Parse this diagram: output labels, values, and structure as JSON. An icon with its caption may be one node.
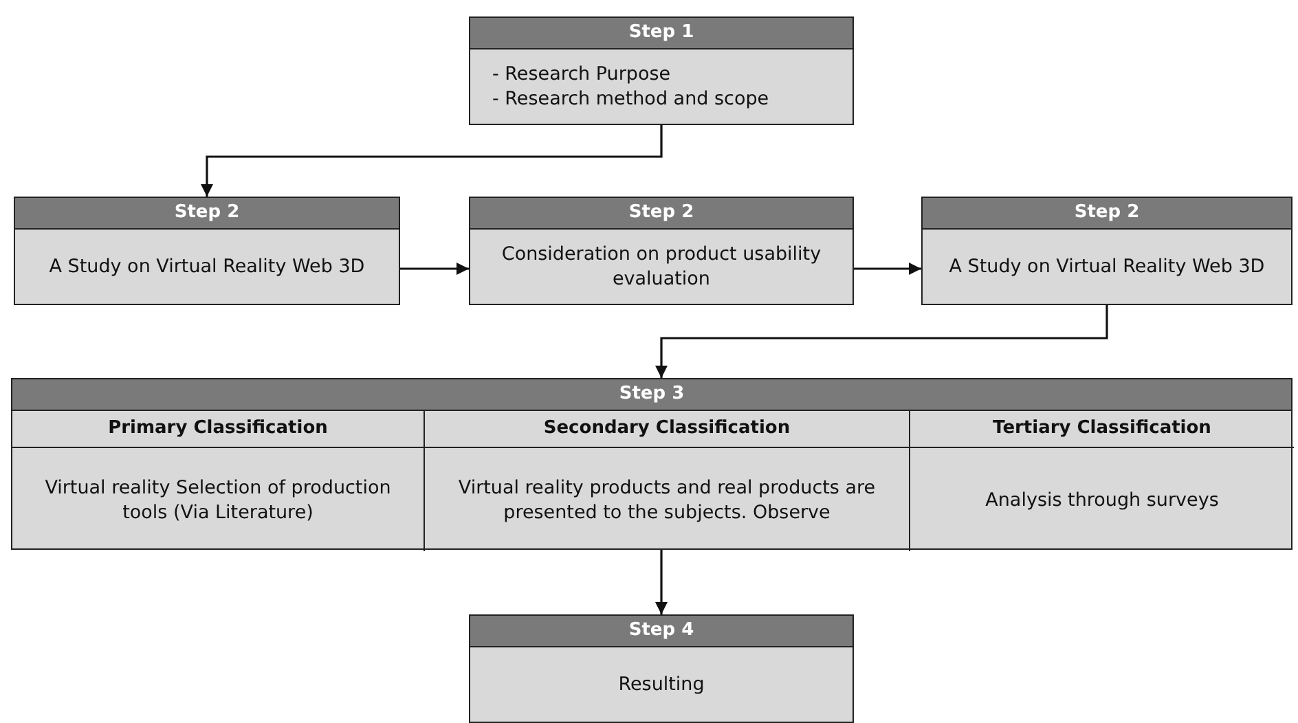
{
  "diagram": {
    "nodes": [
      {
        "text": [
          "Step 1",
          "- Research Purpose",
          "- Research method and scope"
        ]
      },
      {
        "text": [
          "Step 2",
          "A Study on Virtual Reality Web 3D"
        ]
      },
      {
        "text": [
          "Step 2",
          "Consideration on product usability evaluation"
        ]
      },
      {
        "text": [
          "Step 2",
          "A Study on Virtual Reality Web 3D"
        ]
      },
      {
        "text": [
          "Step 3"
        ]
      },
      {
        "text": [
          "Primary Classification",
          "Virtual reality Selection of production tools (Via Literature)"
        ],
        "in": 4
      },
      {
        "text": [
          "Secondary Classification",
          "Virtual reality products and real products are presented to the subjects. Observe"
        ],
        "in": 4
      },
      {
        "text": [
          "Tertiary Classification",
          "Analysis through surveys"
        ],
        "in": 4
      },
      {
        "text": [
          "Step 4",
          "Resulting"
        ]
      }
    ],
    "edges": [
      {
        "from": 0,
        "to": 1,
        "arrow": "to"
      },
      {
        "from": 1,
        "to": 2,
        "arrow": "to"
      },
      {
        "from": 2,
        "to": 3,
        "arrow": "to"
      },
      {
        "from": 3,
        "to": 4,
        "arrow": "to"
      },
      {
        "from": 6,
        "to": 8,
        "arrow": "to"
      }
    ]
  }
}
